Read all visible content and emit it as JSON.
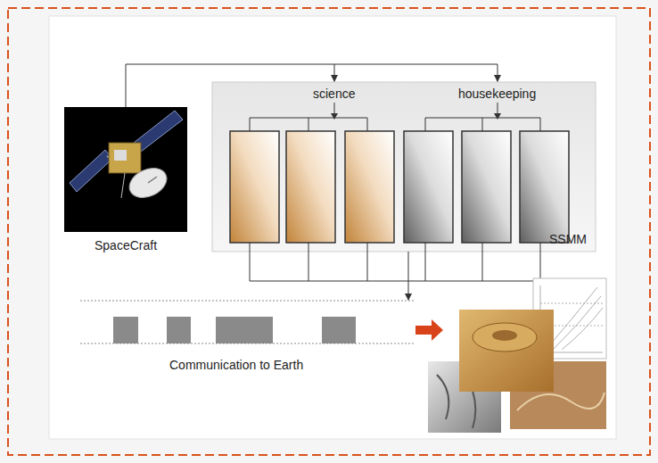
{
  "diagram": {
    "nodes": [
      {
        "text": [
          "SpaceCraft"
        ]
      },
      {
        "text": [
          "SSMM"
        ]
      },
      {
        "text": [
          "Communication to Earth"
        ]
      }
    ],
    "edges": [
      {
        "from": 0,
        "to": 1,
        "arrow": "to"
      },
      {
        "from": 1,
        "to": 2,
        "arrow": "to"
      }
    ],
    "labels": [
      "science",
      "housekeeping"
    ]
  }
}
